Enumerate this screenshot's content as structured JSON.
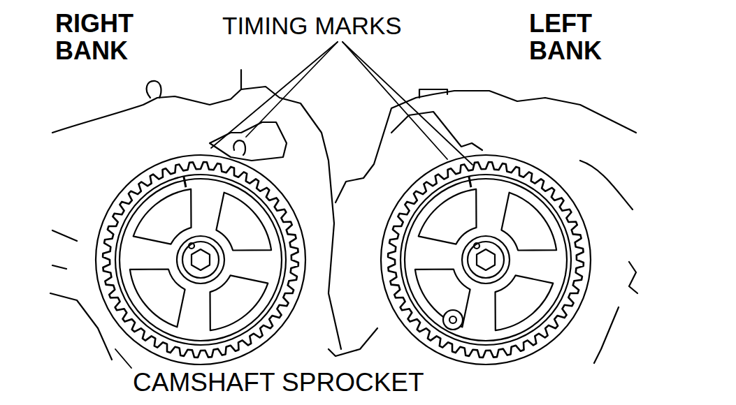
{
  "diagram": {
    "labels": [
      "RIGHT BANK",
      "TIMING MARKS",
      "LEFT BANK",
      "CAMSHAFT SPROCKET"
    ]
  }
}
